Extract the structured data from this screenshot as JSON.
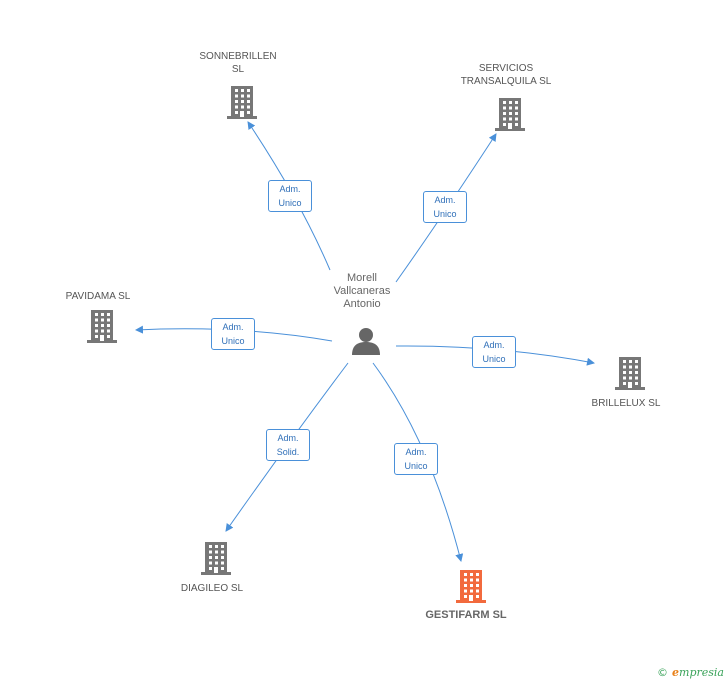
{
  "person": {
    "name_lines": [
      "Morell",
      "Vallcaneras",
      "Antonio"
    ]
  },
  "companies": [
    {
      "id": "sonnebrillen",
      "lines": [
        "SONNEBRILLEN",
        "SL"
      ],
      "focus": false
    },
    {
      "id": "servicios",
      "lines": [
        "SERVICIOS",
        "TRANSALQUILA SL"
      ],
      "focus": false
    },
    {
      "id": "pavidama",
      "lines": [
        "PAVIDAMA SL"
      ],
      "focus": false
    },
    {
      "id": "brillelux",
      "lines": [
        "BRILLELUX SL"
      ],
      "focus": false
    },
    {
      "id": "diagileo",
      "lines": [
        "DIAGILEO SL"
      ],
      "focus": false
    },
    {
      "id": "gestifarm",
      "lines": [
        "GESTIFARM SL"
      ],
      "focus": true
    }
  ],
  "edges": [
    {
      "to": "sonnebrillen",
      "lines": [
        "Adm.",
        "Unico"
      ]
    },
    {
      "to": "servicios",
      "lines": [
        "Adm.",
        "Unico"
      ]
    },
    {
      "to": "pavidama",
      "lines": [
        "Adm.",
        "Unico"
      ]
    },
    {
      "to": "brillelux",
      "lines": [
        "Adm.",
        "Unico"
      ]
    },
    {
      "to": "diagileo",
      "lines": [
        "Adm.",
        "Solid."
      ]
    },
    {
      "to": "gestifarm",
      "lines": [
        "Adm.",
        "Unico"
      ]
    }
  ],
  "colors": {
    "edge": "#4a90d9",
    "building": "#777777",
    "focus_building": "#f26a3d",
    "person": "#666666"
  },
  "footer": {
    "copyright": "©",
    "brand_initial": "e",
    "brand_rest": "mpresia"
  }
}
